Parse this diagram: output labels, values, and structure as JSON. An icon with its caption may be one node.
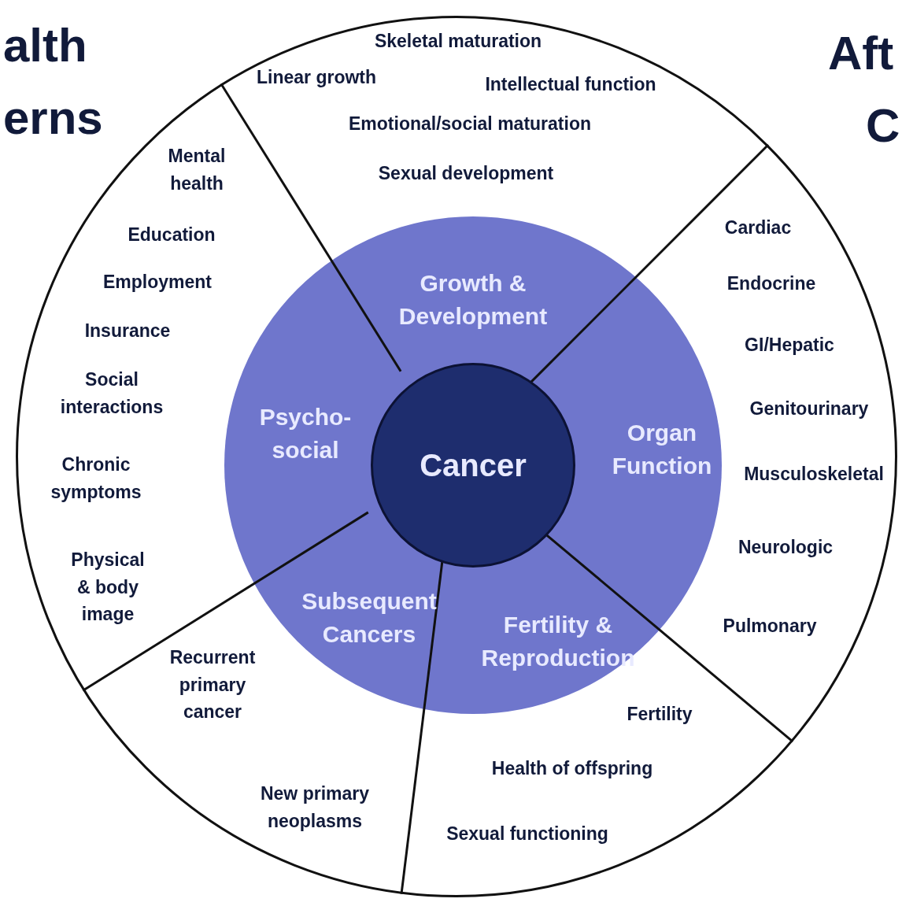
{
  "diagram": {
    "nodes": [
      {
        "text": [],
        "shape": "circle"
      },
      {
        "text": [],
        "shape": "circle",
        "in": 0
      },
      {
        "text": [
          "Growth & Development"
        ],
        "in": 1
      },
      {
        "text": [
          "Organ Function"
        ],
        "in": 1
      },
      {
        "text": [
          "Fertility & Reproduction"
        ],
        "in": 1
      },
      {
        "text": [
          "Subsequent Cancers"
        ],
        "in": 1
      },
      {
        "text": [
          "Psycho- social"
        ],
        "in": 1
      },
      {
        "text": [
          "Cancer"
        ],
        "in": 1
      }
    ],
    "labels": [
      "alth",
      "erns",
      "Aft",
      "C",
      "Skeletal maturation",
      "Linear growth",
      "Intellectual function",
      "Emotional/social maturation",
      "Sexual development",
      "Cardiac",
      "Endocrine",
      "GI/Hepatic",
      "Genitourinary",
      "Musculoskeletal",
      "Neurologic",
      "Pulmonary",
      "Fertility",
      "Health of offspring",
      "Sexual functioning",
      "Recurrent primary cancer",
      "New primary neoplasms",
      "Mental health",
      "Education",
      "Employment",
      "Insurance",
      "Social interactions",
      "Chronic symptoms",
      "Physical & body image"
    ]
  }
}
